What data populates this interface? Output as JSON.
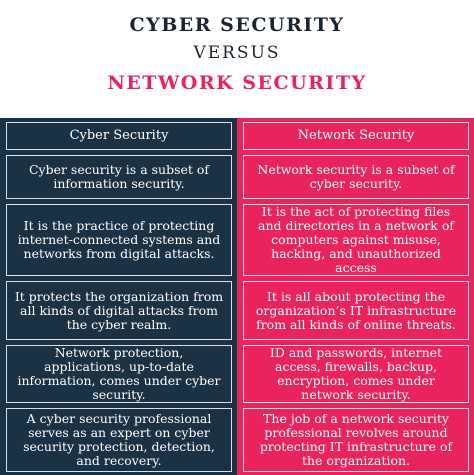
{
  "title": {
    "line1": "CYBER SECURITY",
    "line2": "VERSUS",
    "line3": "NETWORK SECURITY"
  },
  "table": {
    "headers": [
      "Cyber Security",
      "Network Security"
    ],
    "rows": [
      [
        "Cyber security is a subset of information security.",
        "Network security is a subset of cyber security."
      ],
      [
        "It is the practice of protecting internet-connected systems and networks from digital attacks.",
        "It is the act of protecting files and directories in a network of computers against misuse, hacking, and unauthorized access"
      ],
      [
        "It protects the organization from all kinds of digital attacks from the cyber realm.",
        "It is all about protecting the organization’s IT infrastructure from all kinds of online threats."
      ],
      [
        "Network protection, applications, up-to-date information, comes under cyber security.",
        "ID and passwords, internet access, firewalls, backup, encryption, comes under network security."
      ],
      [
        "A cyber security professional serves as an expert on cyber security protection, detection, and recovery.",
        "The job of a network security professional revolves around protecting IT infrastructure of the organization."
      ]
    ]
  },
  "colors": {
    "dark": "#1b3144",
    "accent": "#e8235d",
    "title_dark": "#1b2530"
  }
}
